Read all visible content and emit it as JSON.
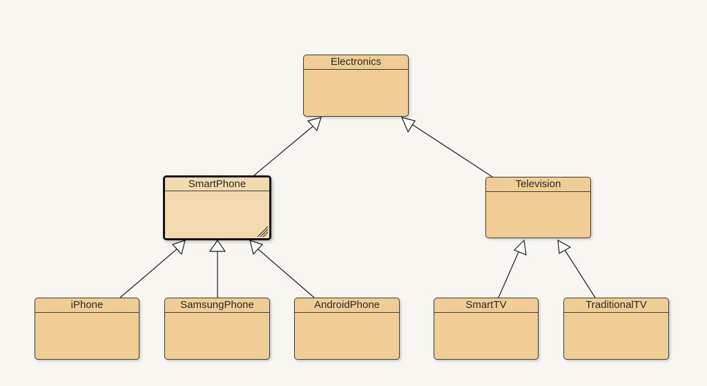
{
  "diagram": {
    "classes": {
      "electronics": {
        "name": "Electronics"
      },
      "smartphone": {
        "name": "SmartPhone",
        "selected": true
      },
      "television": {
        "name": "Television"
      },
      "iphone": {
        "name": "iPhone"
      },
      "samsungphone": {
        "name": "SamsungPhone"
      },
      "androidphone": {
        "name": "AndroidPhone"
      },
      "smarttv": {
        "name": "SmartTV"
      },
      "traditionaltv": {
        "name": "TraditionalTV"
      }
    },
    "relations": [
      {
        "type": "generalization",
        "from": "SmartPhone",
        "to": "Electronics"
      },
      {
        "type": "generalization",
        "from": "Television",
        "to": "Electronics"
      },
      {
        "type": "generalization",
        "from": "iPhone",
        "to": "SmartPhone"
      },
      {
        "type": "generalization",
        "from": "SamsungPhone",
        "to": "SmartPhone"
      },
      {
        "type": "generalization",
        "from": "AndroidPhone",
        "to": "SmartPhone"
      },
      {
        "type": "generalization",
        "from": "SmartTV",
        "to": "Television"
      },
      {
        "type": "generalization",
        "from": "TraditionalTV",
        "to": "Television"
      }
    ]
  },
  "colors": {
    "background": "#f8f6f1",
    "class_fill": "#f0cd95",
    "selected_fill": "#f4d9ae",
    "border": "#3c3a36"
  }
}
